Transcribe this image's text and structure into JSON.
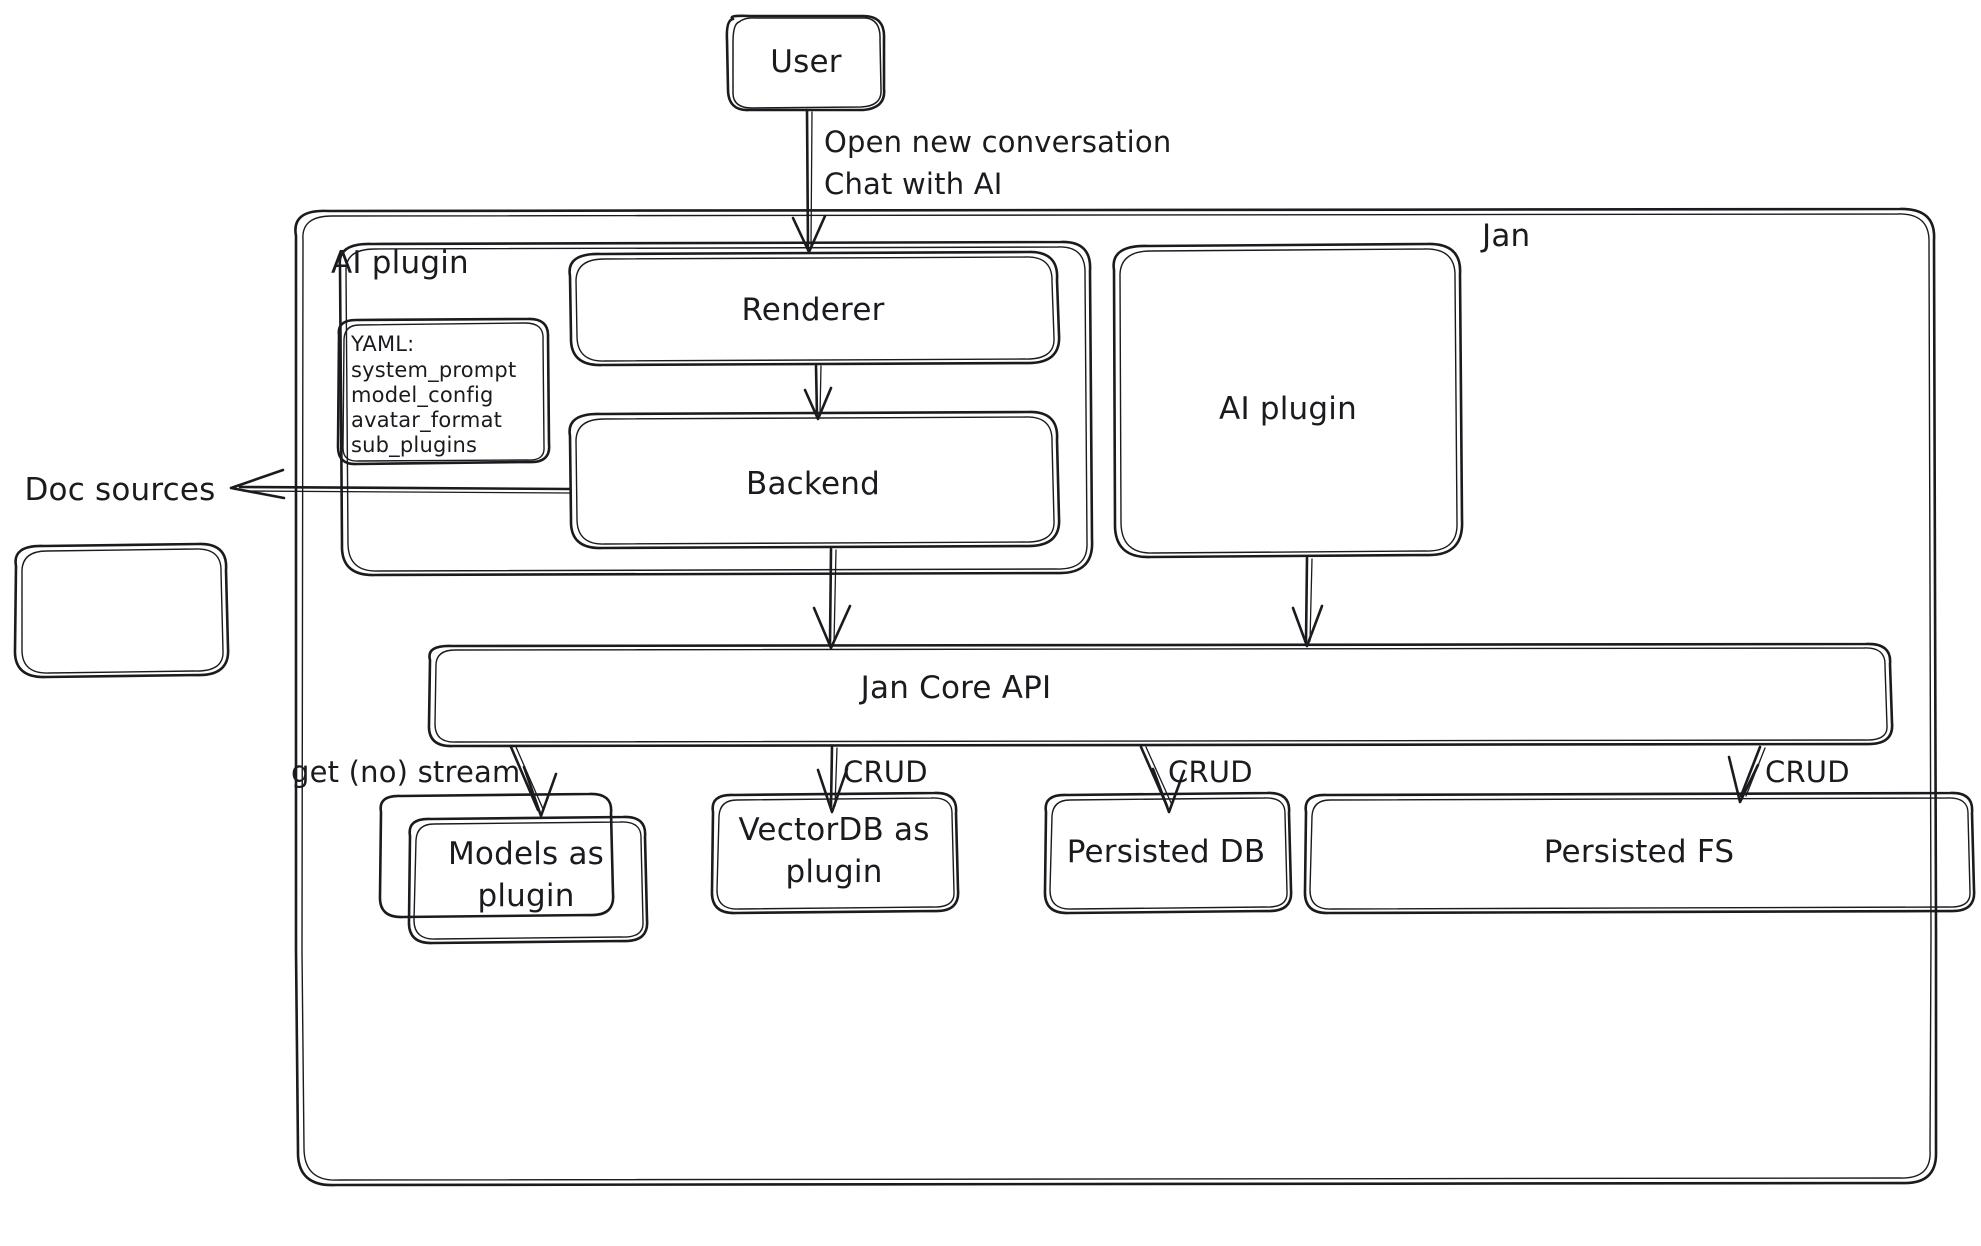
{
  "diagram": {
    "title": "Jan architecture sketch",
    "style": "hand-drawn",
    "stroke_color": "#1b1b1f",
    "background_color": "#ffffff",
    "nodes": {
      "user": {
        "label": "User"
      },
      "jan_container": {
        "label": "Jan"
      },
      "ai_plugin_group": {
        "label": "AI plugin"
      },
      "yaml_card": {
        "title": "YAML:",
        "lines": [
          "system_prompt",
          "model_config",
          "avatar_format",
          "sub_plugins"
        ]
      },
      "renderer": {
        "label": "Renderer"
      },
      "backend": {
        "label": "Backend"
      },
      "ai_plugin_right": {
        "label": "AI plugin"
      },
      "doc_sources": {
        "label": "Doc sources"
      },
      "jan_core_api": {
        "label": "Jan Core API"
      },
      "models_plugin": {
        "line1": "Models as",
        "line2": "plugin"
      },
      "vectordb_plugin": {
        "line1": "VectorDB as",
        "line2": "plugin"
      },
      "persisted_db": {
        "label": "Persisted DB"
      },
      "persisted_fs": {
        "label": "Persisted FS"
      }
    },
    "edges": {
      "user_to_renderer": {
        "line1": "Open new conversation",
        "line2": "Chat with AI"
      },
      "core_to_models": {
        "label": "get (no) stream"
      },
      "core_to_vectordb": {
        "label": "CRUD"
      },
      "core_to_persisted_db": {
        "label": "CRUD"
      },
      "core_to_persisted_fs": {
        "label": "CRUD"
      },
      "renderer_to_backend": {
        "label": ""
      },
      "backend_to_core": {
        "label": ""
      },
      "backend_to_doc_sources": {
        "label": ""
      },
      "ai_plugin_right_to_core": {
        "label": ""
      }
    }
  }
}
